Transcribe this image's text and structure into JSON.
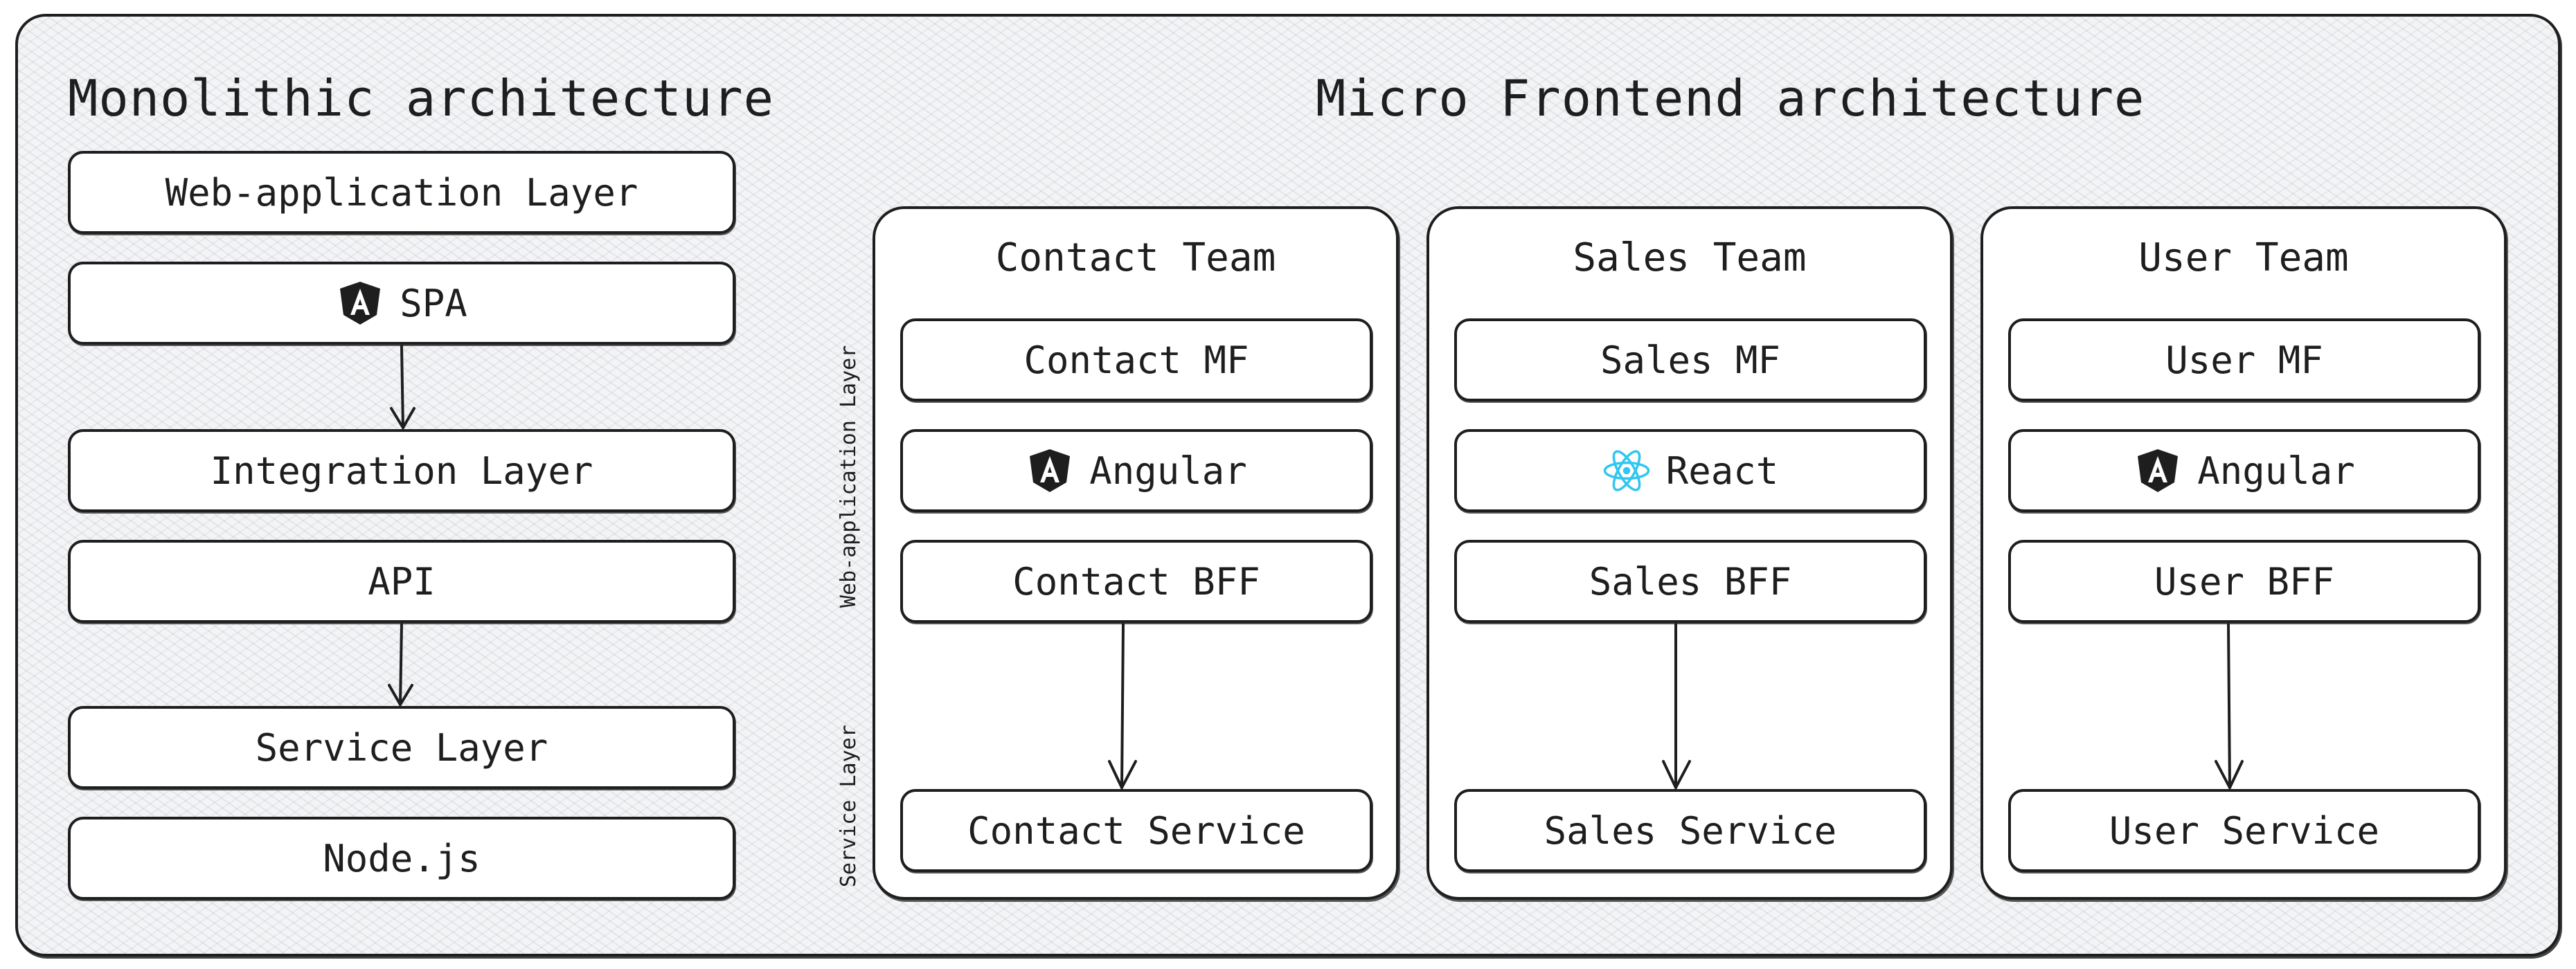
{
  "monolith": {
    "title": "Monolithic architecture",
    "boxes": [
      "Web-application Layer",
      "SPA",
      "Integration Layer",
      "API",
      "Service Layer",
      "Node.js"
    ]
  },
  "micro": {
    "title": "Micro Frontend architecture",
    "layer_labels": {
      "web": "Web-application Layer",
      "service": "Service Layer"
    },
    "teams": [
      {
        "title": "Contact Team",
        "mf": "Contact MF",
        "framework": "Angular",
        "framework_icon": "angular-icon",
        "bff": "Contact BFF",
        "service": "Contact Service"
      },
      {
        "title": "Sales Team",
        "mf": "Sales MF",
        "framework": "React",
        "framework_icon": "react-icon",
        "bff": "Sales BFF",
        "service": "Sales Service"
      },
      {
        "title": "User Team",
        "mf": "User MF",
        "framework": "Angular",
        "framework_icon": "angular-icon",
        "bff": "User BFF",
        "service": "User Service"
      }
    ]
  },
  "colors": {
    "stroke": "#1e1e1e",
    "react": "#2fc6f0",
    "angular": "#1e1e1e",
    "background": "#f3f4f6"
  }
}
